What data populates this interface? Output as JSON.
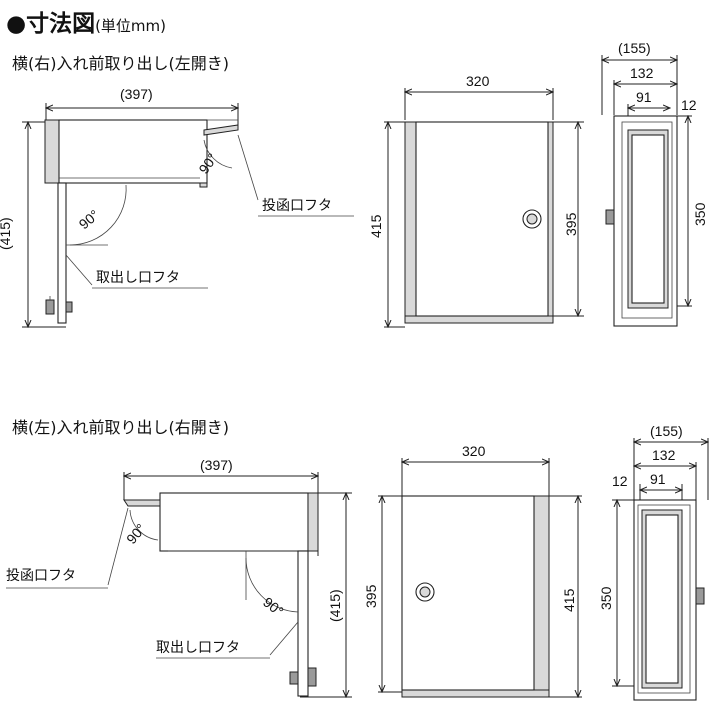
{
  "title": "●寸法図",
  "unit": "(単位mm)",
  "sections": [
    {
      "heading": "横(右)入れ前取り出し(左開き)",
      "side": {
        "width": "(397)",
        "height": "(415)",
        "angle_lid": "90°",
        "angle_door": "90°",
        "insert_lid": "投函口フタ",
        "takeout_lid": "取出し口フタ"
      },
      "front": {
        "width": "320",
        "height_outer": "415",
        "height_door": "395"
      },
      "depth": {
        "total": "(155)",
        "body": "132",
        "inner": "91",
        "lid": "12",
        "height": "350"
      }
    },
    {
      "heading": "横(左)入れ前取り出し(右開き)",
      "side": {
        "width": "(397)",
        "height": "(415)",
        "angle_lid": "90°",
        "angle_door": "90°",
        "insert_lid": "投函口フタ",
        "takeout_lid": "取出し口フタ"
      },
      "front": {
        "width": "320",
        "height_outer": "415",
        "height_door": "395"
      },
      "depth": {
        "total": "(155)",
        "body": "132",
        "inner": "91",
        "lid": "12",
        "height": "350"
      }
    }
  ]
}
